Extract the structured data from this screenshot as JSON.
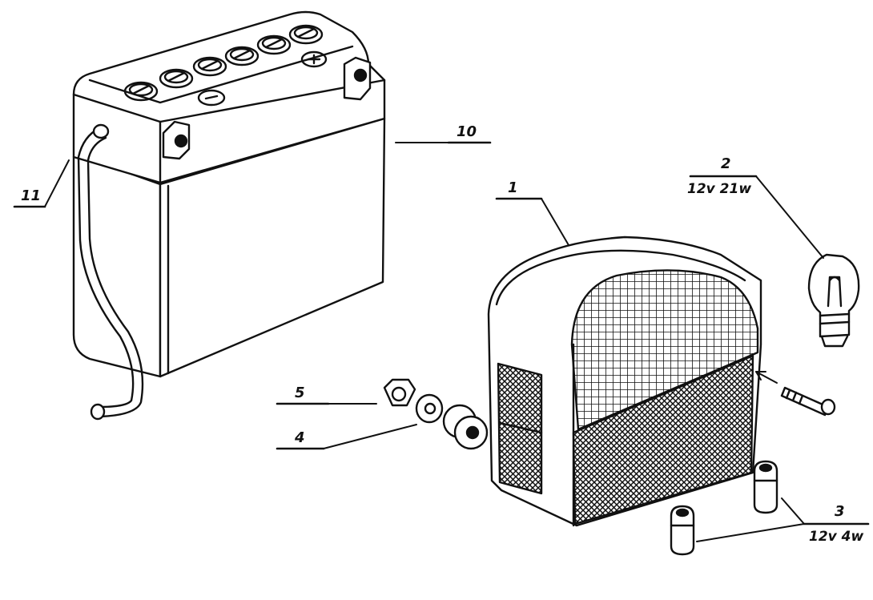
{
  "callouts": [
    {
      "id": "1",
      "label": "1"
    },
    {
      "id": "2",
      "label": "2",
      "spec": "12v 21w"
    },
    {
      "id": "3",
      "label": "3",
      "spec": "12v 4w"
    },
    {
      "id": "4",
      "label": "4"
    },
    {
      "id": "5",
      "label": "5"
    },
    {
      "id": "10",
      "label": "10"
    },
    {
      "id": "11",
      "label": "11"
    }
  ]
}
